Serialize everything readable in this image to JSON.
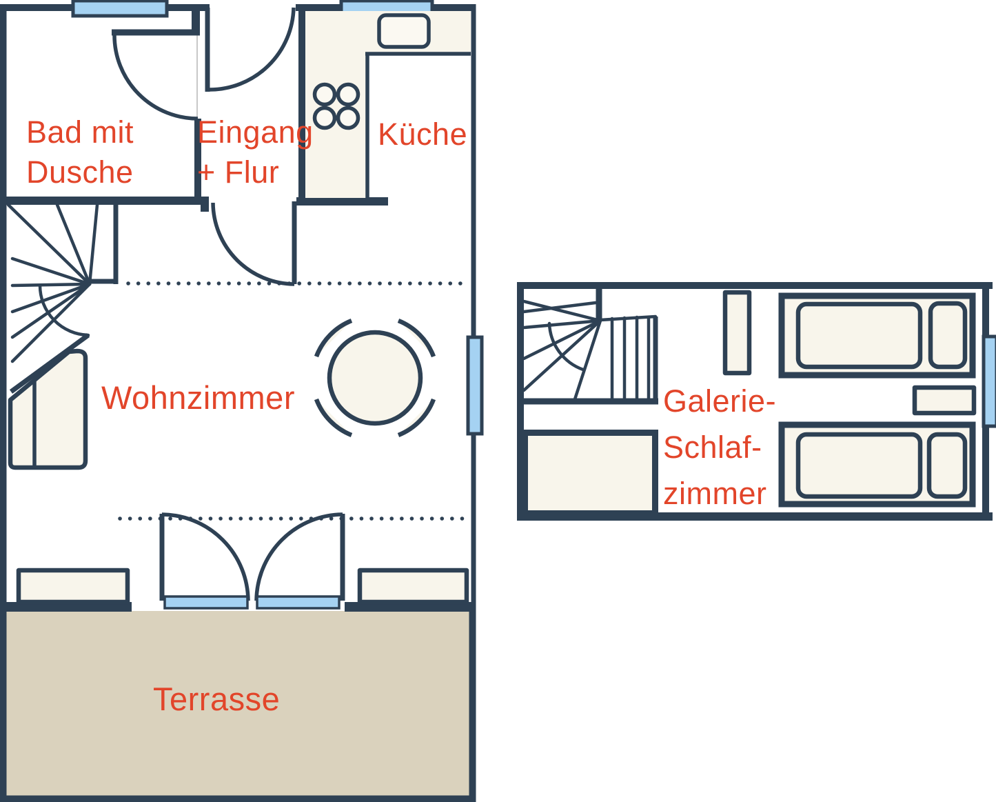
{
  "labels": {
    "bathroom": {
      "line1": "Bad mit",
      "line2": "Dusche"
    },
    "entrance": {
      "line1": "Eingang",
      "line2": "+ Flur"
    },
    "kitchen": "Küche",
    "living_room": "Wohnzimmer",
    "terrace": "Terrasse",
    "gallery_bedroom": {
      "line1": "Galerie-",
      "line2": "Schlaf-",
      "line3": "zimmer"
    }
  },
  "colors": {
    "wall": "#2e4154",
    "label_text": "#e2452a",
    "window_glass": "#a5d2f2",
    "furniture_fill": "#f8f5eb",
    "terrace_fill": "#dad2bd",
    "door_closed_line": "#c8c8c8",
    "background": "#ffffff"
  }
}
